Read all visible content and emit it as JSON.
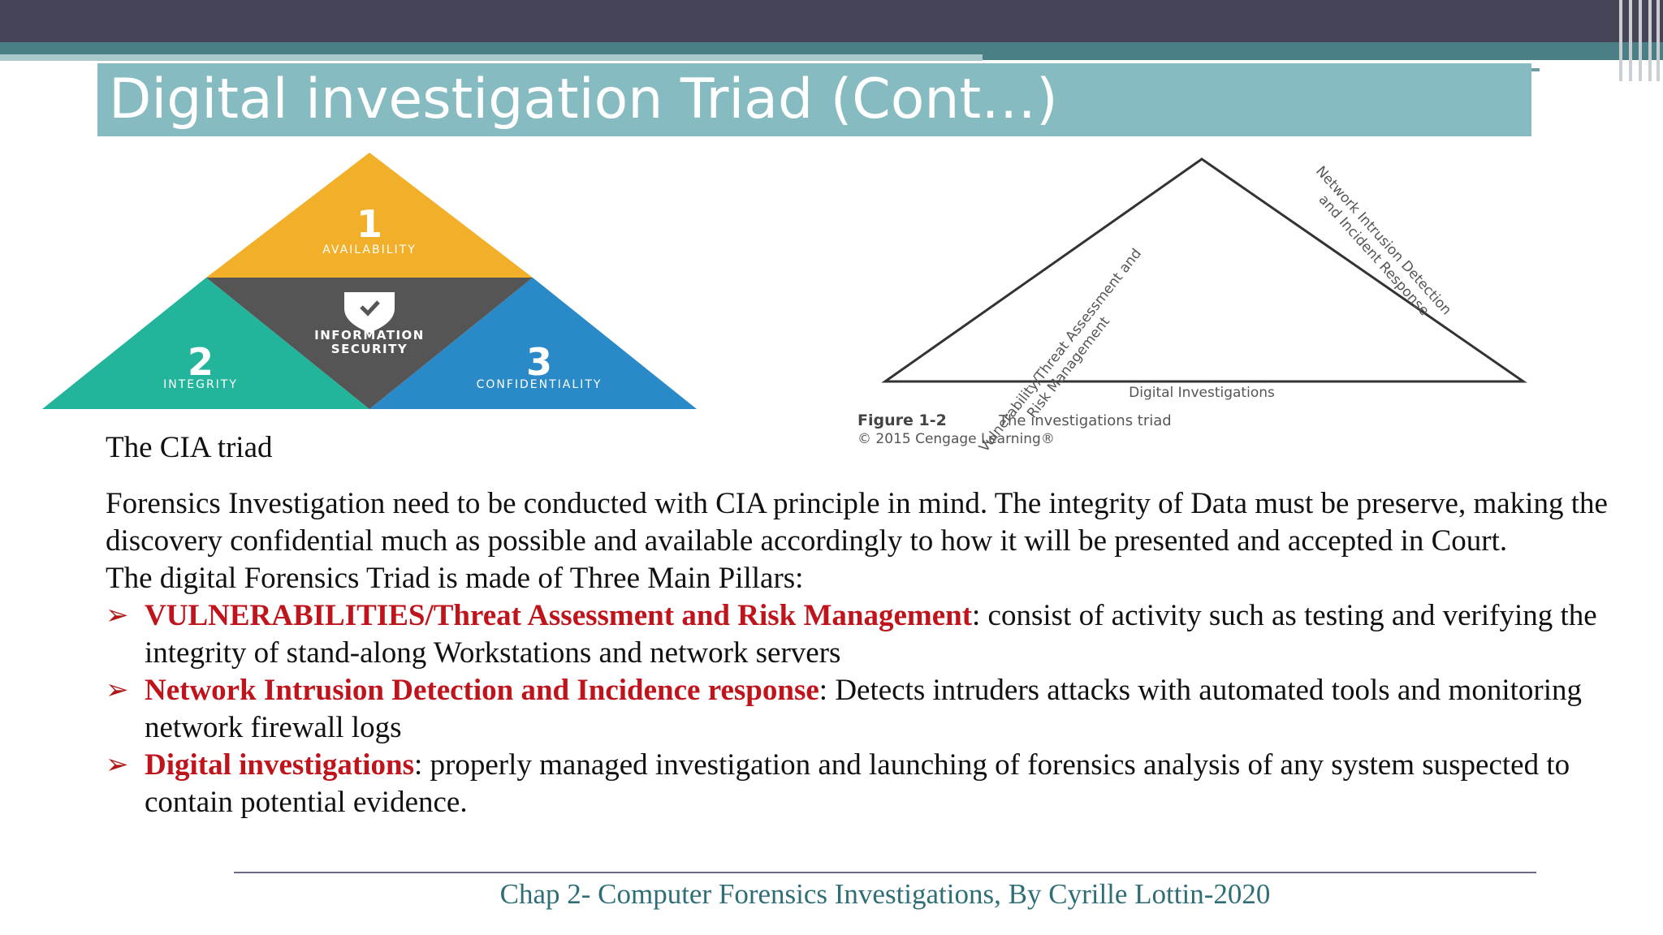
{
  "title": "Digital investigation Triad (Cont…)",
  "cia_graphic": {
    "top_number": "1",
    "top_label": "AVAILABILITY",
    "center_label_line1": "INFORMATION",
    "center_label_line2": "SECURITY",
    "left_number": "2",
    "left_label": "INTEGRITY",
    "right_number": "3",
    "right_label": "CONFIDENTIALITY",
    "colors": {
      "top": "#f2b02a",
      "left": "#22b59c",
      "right": "#2a8ac8",
      "center": "#555555"
    }
  },
  "investigations_figure": {
    "left_side_line1": "Vulnerability/Threat Assessment and",
    "left_side_line2": "Risk Management",
    "right_side_line1": "Network Intrusion Detection",
    "right_side_line2": "and Incident Response",
    "bottom_label": "Digital Investigations",
    "figure_label": "Figure 1-2",
    "figure_caption": "The investigations triad",
    "copyright": "© 2015 Cengage Learning®"
  },
  "caption": "The CIA triad",
  "paragraph1": "Forensics Investigation need to be conducted with CIA principle in mind. The integrity of Data must be preserve, making the discovery confidential much as possible and available accordingly to how it will be presented and accepted in Court.",
  "paragraph2": "The digital Forensics Triad is made of Three Main Pillars:",
  "bullets": [
    {
      "term": "VULNERABILITIES/Threat Assessment and Risk Management",
      "text": ": consist of activity such as testing and verifying the integrity of stand-along Workstations and network servers"
    },
    {
      "term": "Network Intrusion Detection and Incidence response",
      "text": ": Detects intruders attacks with automated tools and monitoring network firewall logs"
    },
    {
      "term": "Digital investigations",
      "text": ": properly managed investigation and launching of forensics analysis of any system suspected to contain potential evidence."
    }
  ],
  "footer": "Chap 2- Computer Forensics Investigations, By Cyrille Lottin-2020"
}
